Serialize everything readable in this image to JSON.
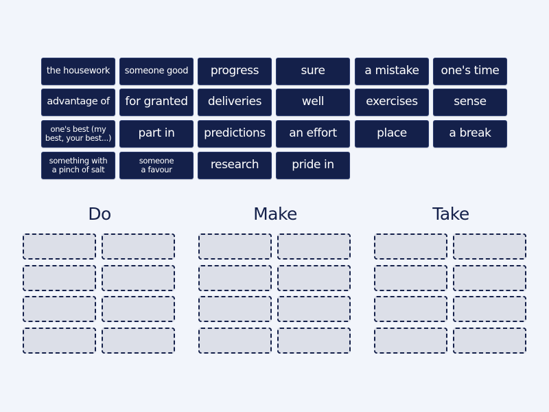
{
  "activity": {
    "type": "group sort",
    "tiles": [
      {
        "label": "the housework",
        "size": "sm"
      },
      {
        "label": "someone good",
        "size": "sm"
      },
      {
        "label": "progress",
        "size": "md"
      },
      {
        "label": "sure",
        "size": "md"
      },
      {
        "label": "a mistake",
        "size": "md"
      },
      {
        "label": "one's time",
        "size": "md"
      },
      {
        "label": "advantage of",
        "size": "sm2"
      },
      {
        "label": "for granted",
        "size": "md"
      },
      {
        "label": "deliveries",
        "size": "md"
      },
      {
        "label": "well",
        "size": "md"
      },
      {
        "label": "exercises",
        "size": "md"
      },
      {
        "label": "sense",
        "size": "md"
      },
      {
        "label": "one's best (my best, your best...)",
        "size": "xs"
      },
      {
        "label": "part in",
        "size": "md"
      },
      {
        "label": "predictions",
        "size": "md"
      },
      {
        "label": "an effort",
        "size": "md"
      },
      {
        "label": "place",
        "size": "md"
      },
      {
        "label": "a break",
        "size": "md"
      },
      {
        "label": "something with a pinch of salt",
        "size": "xs"
      },
      {
        "label": "someone a favour",
        "size": "xs"
      },
      {
        "label": "research",
        "size": "md"
      },
      {
        "label": "pride in",
        "size": "md"
      }
    ],
    "groups": [
      {
        "title": "Do",
        "slots": 8
      },
      {
        "title": "Make",
        "slots": 8
      },
      {
        "title": "Take",
        "slots": 8
      }
    ]
  },
  "colors": {
    "background": "#f2f5fb",
    "tile": "#14204a",
    "tile_text": "#ffffff",
    "slot_fill": "#dcdfe8",
    "slot_border": "#14204a"
  }
}
